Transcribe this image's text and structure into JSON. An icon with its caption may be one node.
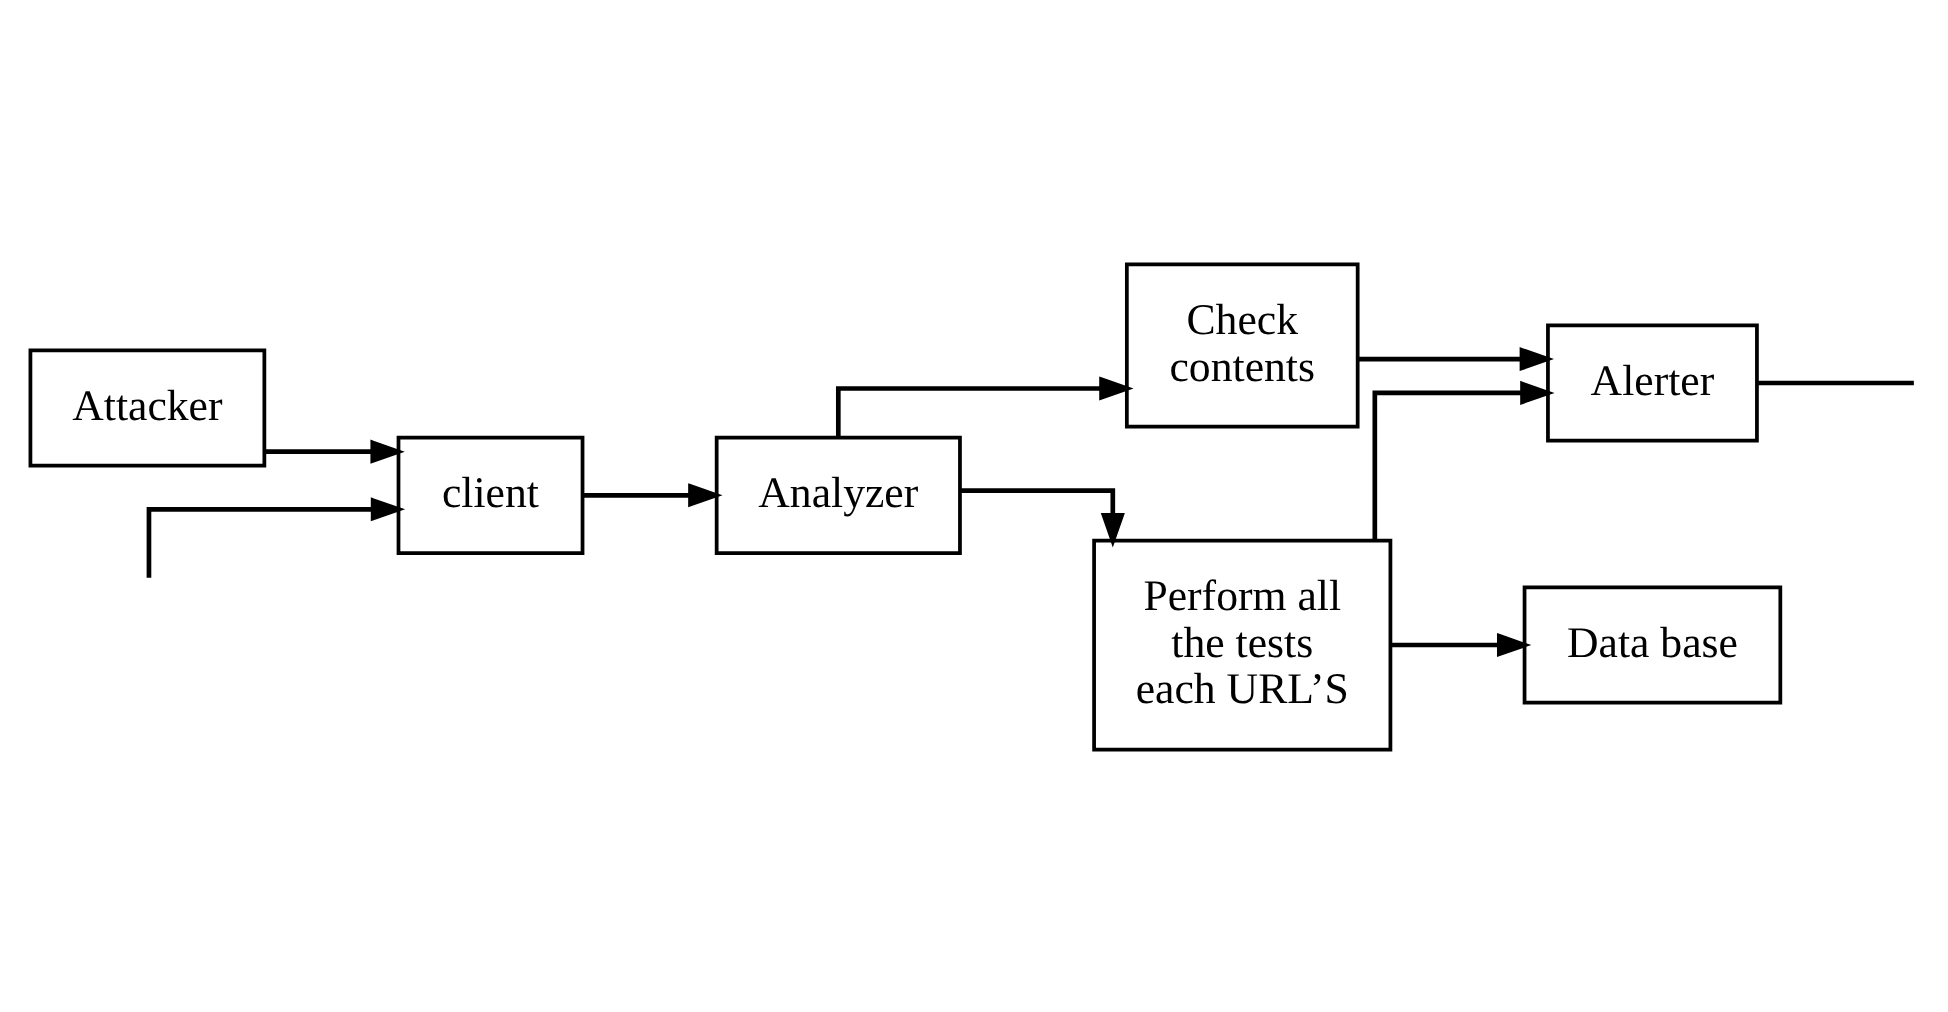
{
  "diagram": {
    "nodes": [
      {
        "text": [
          "Attacker"
        ]
      },
      {
        "text": [
          "client"
        ]
      },
      {
        "text": [
          "Analyzer"
        ]
      },
      {
        "text": [
          "Check contents"
        ]
      },
      {
        "text": [
          "Alerter"
        ]
      },
      {
        "text": [
          "Perform all the tests each URL’S"
        ]
      },
      {
        "text": [
          "Data base"
        ]
      }
    ],
    "edges": [
      {
        "from": 0,
        "to": 1,
        "arrow": "to"
      },
      {
        "from": 1,
        "to": 2,
        "arrow": "to"
      },
      {
        "from": 2,
        "to": 3,
        "arrow": "to"
      },
      {
        "from": 3,
        "to": 4,
        "arrow": "to"
      },
      {
        "from": 2,
        "to": 5,
        "arrow": "to"
      },
      {
        "from": 5,
        "to": 4,
        "arrow": "to"
      },
      {
        "from": 5,
        "to": 6,
        "arrow": "to"
      },
      {
        "from": null,
        "to": 1,
        "arrow": "to"
      },
      {
        "from": 4,
        "to": null,
        "arrow": "none"
      }
    ]
  }
}
